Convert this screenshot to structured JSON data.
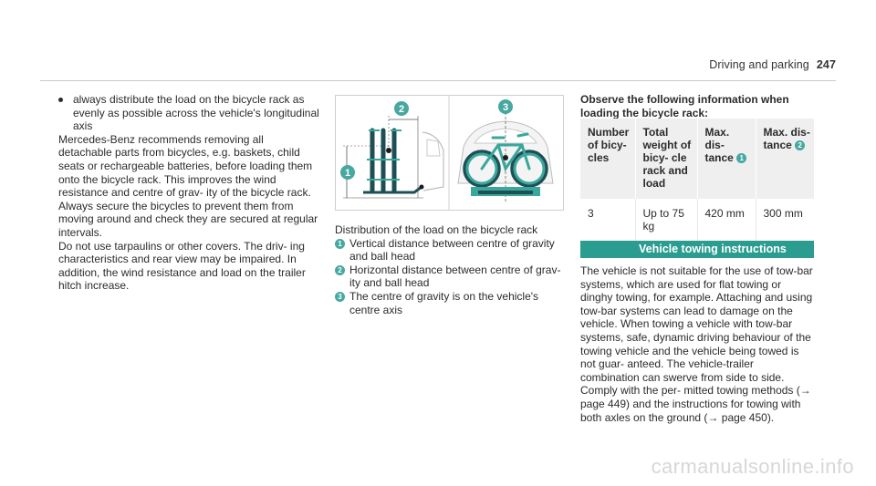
{
  "header": {
    "title": "Driving and parking",
    "page": "247"
  },
  "col1": {
    "bullet": "always distribute the load on the bicycle rack as evenly as possible across the vehicle's longitudinal axis",
    "p1": "Mercedes-Benz recommends removing all detachable parts from bicycles, e.g. baskets, child seats or rechargeable batteries, before loading them onto the bicycle rack. This improves the wind resistance and centre of grav- ity of the bicycle rack.",
    "p2": "Always secure the bicycles to prevent them from moving around and check they are secured at regular intervals.",
    "p3": "Do not use tarpaulins or other covers. The driv- ing characteristics and rear view may be impaired. In addition, the wind resistance and load on the trailer hitch increase."
  },
  "figure": {
    "markers": [
      "1",
      "2",
      "3"
    ],
    "accent_color": "#47a8a0"
  },
  "caption": {
    "title": "Distribution of the load on the bicycle rack",
    "items": [
      {
        "num": "1",
        "text": "Vertical distance between centre of gravity and ball head"
      },
      {
        "num": "2",
        "text": "Horizontal distance between centre of grav- ity and ball head"
      },
      {
        "num": "3",
        "text": "The centre of gravity is on the vehicle's centre axis"
      }
    ]
  },
  "col3": {
    "lead": "Observe the following information when loading the bicycle rack:",
    "table": {
      "headers": [
        "Number of bicy- cles",
        "Total weight of bicy- cle rack and load",
        "Max. dis- tance",
        "Max. dis- tance"
      ],
      "header_markers": [
        "",
        "",
        "1",
        "2"
      ],
      "row": [
        "3",
        "Up to 75 kg",
        "420 mm",
        "300 mm"
      ]
    },
    "section_title": "Vehicle towing instructions",
    "body": "The vehicle is not suitable for the use of tow-bar systems, which are used for flat towing or dinghy towing, for example. Attaching and using tow-bar systems can lead to damage on the vehicle. When towing a vehicle with tow-bar systems, safe, dynamic driving behaviour of the towing vehicle and the vehicle being towed is not guar- anteed. The vehicle-trailer combination can swerve from side to side. Comply with the per- mitted towing methods (→ page 449) and the instructions for towing with both axles on the ground (→ page 450)."
  },
  "watermark": "carmanualsonline.info"
}
